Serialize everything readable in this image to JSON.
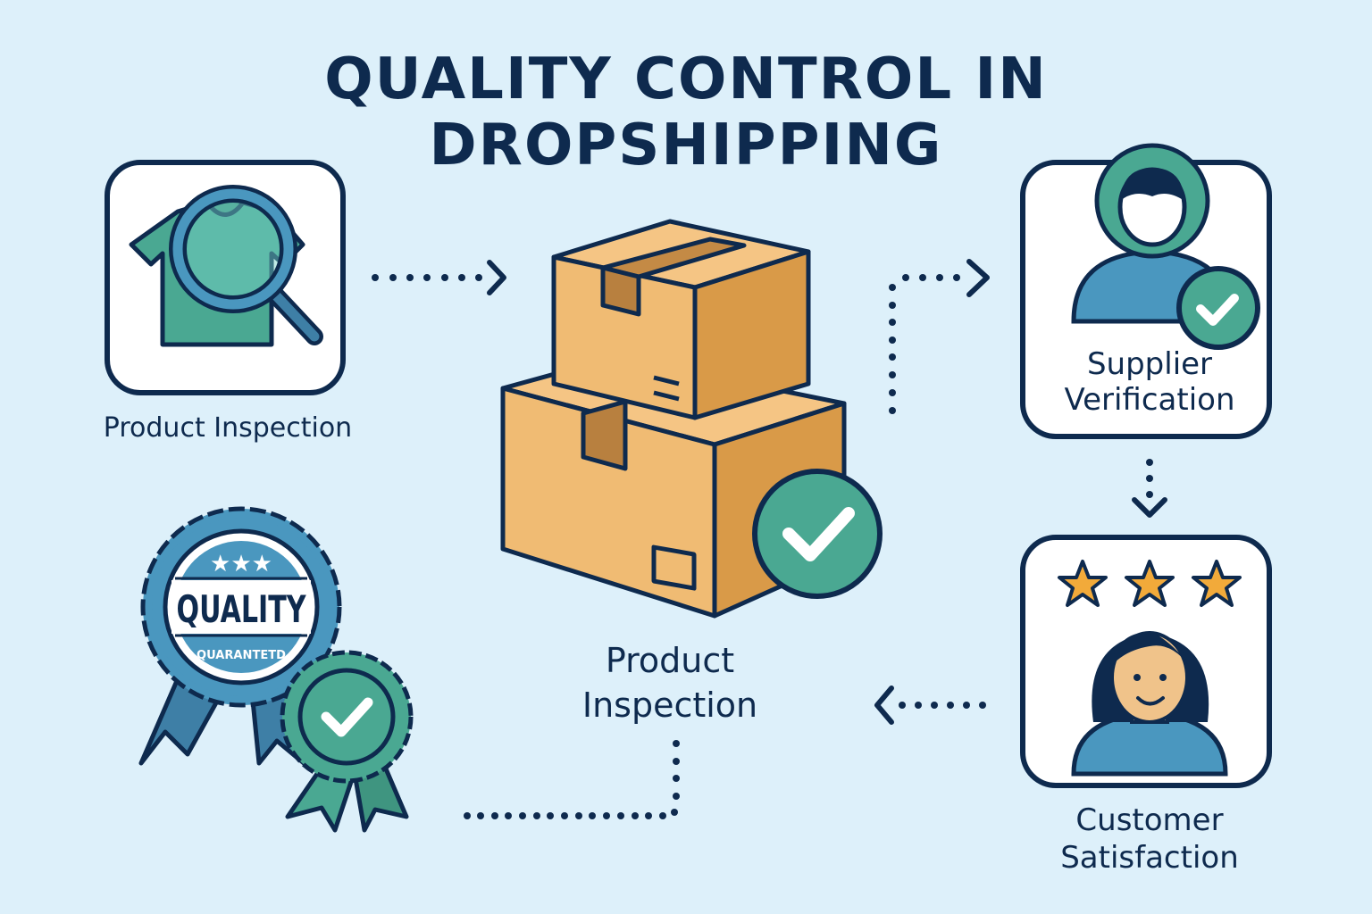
{
  "title": {
    "line1": "QUALITY CONTROL IN",
    "line2": "DROPSHIPPING"
  },
  "nodes": [
    {
      "id": "product-inspection-top",
      "label": "Product Inspection",
      "icon": "tshirt-magnifier-icon"
    },
    {
      "id": "center-boxes",
      "label_line1": "Product",
      "label_line2": "Inspection",
      "icon": "boxes-check-icon"
    },
    {
      "id": "supplier-verification",
      "label_line1": "Supplier",
      "label_line2": "Verification",
      "icon": "user-check-icon"
    },
    {
      "id": "customer-satisfaction",
      "label_line1": "Customer",
      "label_line2": "Satisfaction",
      "icon": "customer-stars-icon",
      "stars": 3
    },
    {
      "id": "quality-badge",
      "badge_text": "QUALITY",
      "badge_subtext": "QUARANTETD",
      "badge_stars": 3,
      "icon": "quality-ribbon-icon"
    }
  ],
  "colors": {
    "background": "#ddf0fa",
    "navy": "#0e2a4e",
    "teal": "#4aa892",
    "blue": "#4a97bf",
    "box": "#f0bb73",
    "box_dark": "#d99a48",
    "star": "#f2aa3a"
  }
}
